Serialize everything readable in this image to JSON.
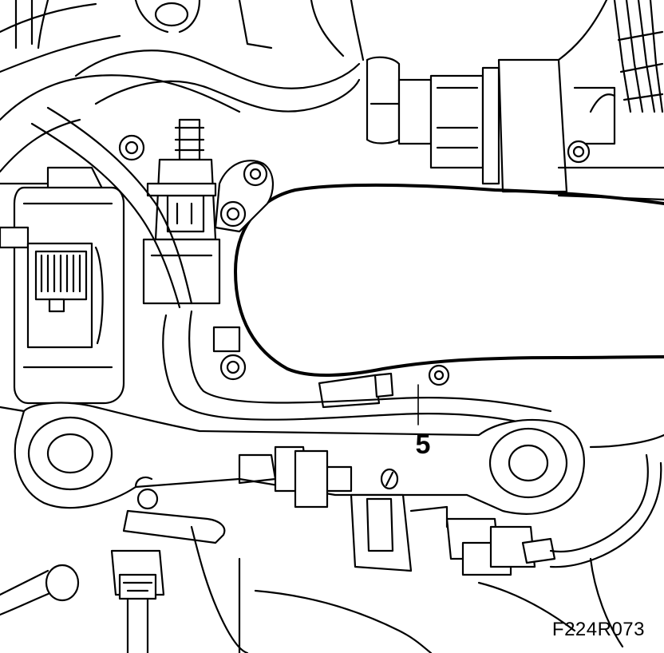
{
  "diagram": {
    "callouts": [
      {
        "id": "5",
        "label": "5"
      }
    ],
    "figure_code": "F224R073"
  }
}
